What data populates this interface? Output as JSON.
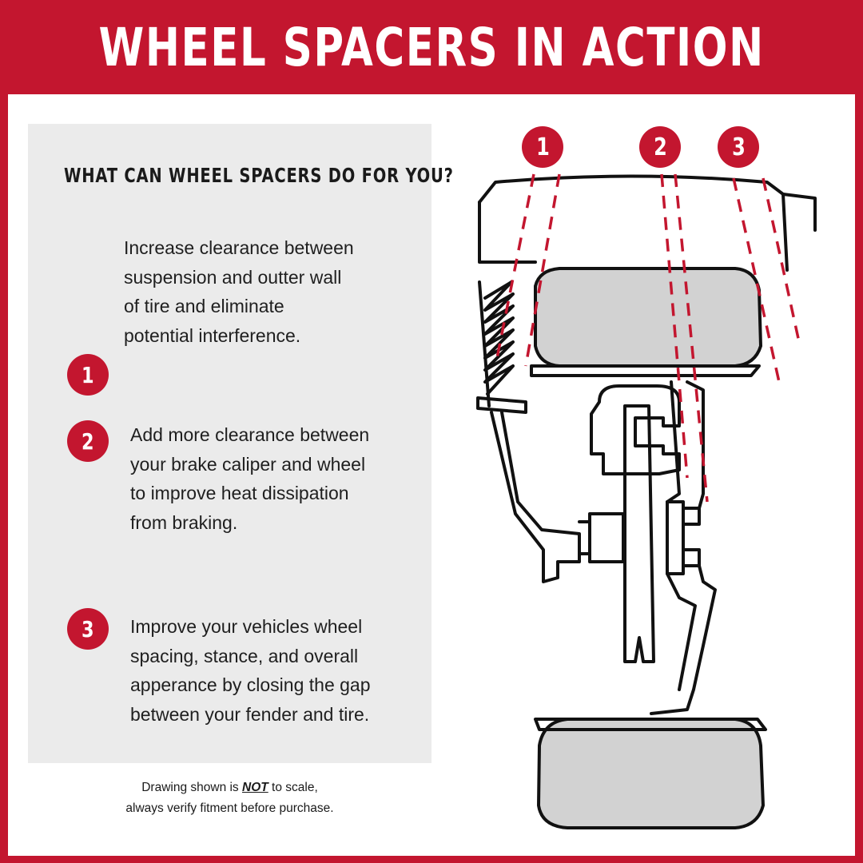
{
  "header": {
    "title": "WHEEL SPACERS IN ACTION"
  },
  "panel": {
    "title": "WHAT CAN WHEEL SPACERS DO FOR YOU?",
    "points": [
      {
        "number": "1",
        "text": "Increase clearance between\nsuspension and outter wall\nof tire and eliminate\npotential interference."
      },
      {
        "number": "2",
        "text": "Add more clearance between\nyour brake caliper and wheel\nto improve heat dissipation\nfrom braking."
      },
      {
        "number": "3",
        "text": "Improve your vehicles wheel\nspacing, stance, and overall\napperance by closing the gap\nbetween your fender and tire."
      }
    ]
  },
  "note": {
    "prefix": "Drawing shown is",
    "emphasis": "NOT",
    "suffix": "to scale,",
    "line2": "always verify fitment before purchase."
  },
  "diagram": {
    "markers": [
      "1",
      "2",
      "3"
    ]
  },
  "colors": {
    "accent": "#c3162f",
    "panel": "#ebebeb",
    "tire": "#d2d2d2"
  }
}
